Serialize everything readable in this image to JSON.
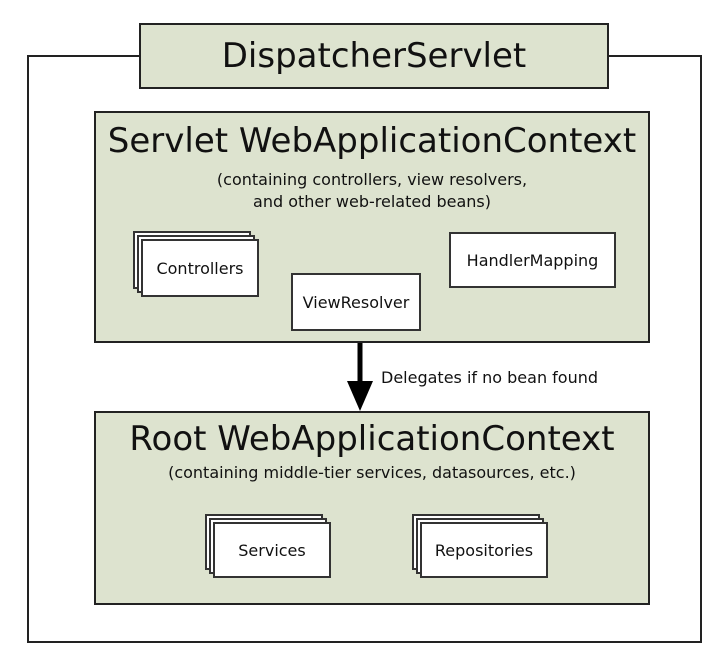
{
  "dispatcher": {
    "title": "DispatcherServlet"
  },
  "servlet_context": {
    "title": "Servlet WebApplicationContext",
    "subtitle_line1": "(containing controllers, view resolvers,",
    "subtitle_line2": "and other web-related beans)",
    "beans": {
      "controllers": "Controllers",
      "handler_mapping": "HandlerMapping",
      "view_resolver": "ViewResolver"
    }
  },
  "delegation": {
    "label": "Delegates if no bean found"
  },
  "root_context": {
    "title": "Root WebApplicationContext",
    "subtitle": "(containing middle-tier services, datasources, etc.)",
    "beans": {
      "services": "Services",
      "repositories": "Repositories"
    }
  }
}
